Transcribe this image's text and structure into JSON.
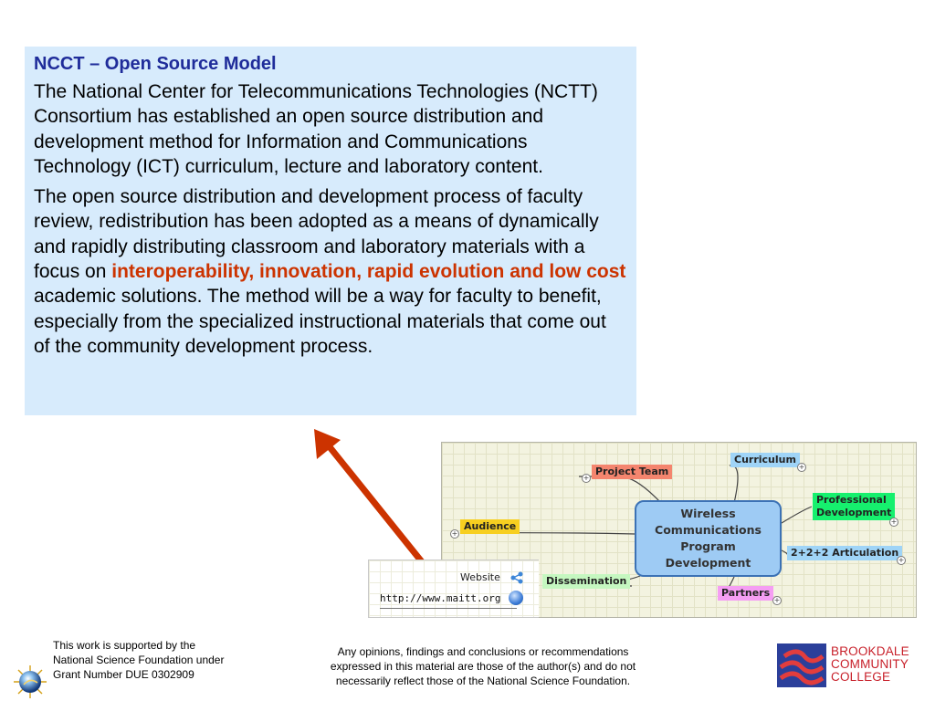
{
  "slide": {
    "heading": "NCCT – Open Source Model",
    "para1": "The National Center for Telecommunications Technologies (NCTT) Consortium has established an open source distribution and development method for Information and Communications Technology (ICT) curriculum, lecture and laboratory content.",
    "para2_before": "The open source distribution and development process of faculty review, redistribution has been adopted as a means of dynamically and rapidly distributing classroom and laboratory materials with a focus on ",
    "para2_highlight": "interoperability, innovation, rapid evolution and low cost",
    "para2_after": " academic solutions. The method will be a way for faculty to benefit, especially from the specialized instructional materials that come out of the community development process.",
    "highlight_color": "#cc3300",
    "heading_color": "#1f2c9a",
    "box_color": "#d7ebfc",
    "arrow_color": "#cc3300"
  },
  "mindmap": {
    "central": [
      "Wireless",
      "Communications",
      "Program",
      "Development"
    ],
    "nodes": {
      "project_team": "Project Team",
      "curriculum": "Curriculum",
      "professional": [
        "Professional",
        "Development"
      ],
      "audience": "Audience",
      "articulation": "2+2+2 Articulation",
      "dissemination": "Dissemination",
      "partners": "Partners"
    },
    "plus_symbol": "+",
    "website_label": "Website",
    "website_url": "http://www.maitt.org"
  },
  "footer": {
    "left": [
      "This work is supported by the",
      "National Science Foundation under",
      "Grant Number DUE 0302909"
    ],
    "center": [
      "Any opinions, findings and conclusions or recommendations",
      "expressed in this material are those of the author(s) and do not",
      "necessarily reflect those of the National Science Foundation."
    ],
    "college": [
      "BROOKDALE",
      "COMMUNITY",
      "COLLEGE"
    ]
  }
}
